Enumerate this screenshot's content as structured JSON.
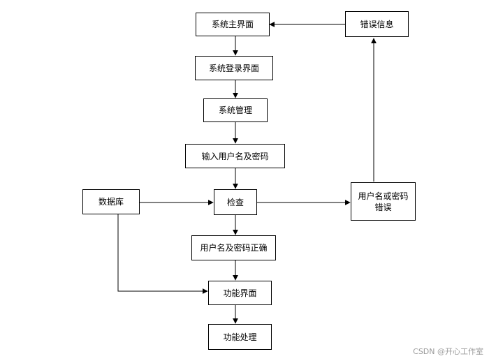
{
  "nodes": {
    "main_ui": "系统主界面",
    "login_ui": "系统登录界面",
    "sys_manage": "系统管理",
    "input_cred": "输入用户名及密码",
    "check": "检查",
    "database": "数据库",
    "cred_error": "用户名或密码错误",
    "error_info": "错误信息",
    "cred_ok": "用户名及密码正确",
    "func_ui": "功能界面",
    "func_proc": "功能处理"
  },
  "watermark": "CSDN @开心工作室"
}
